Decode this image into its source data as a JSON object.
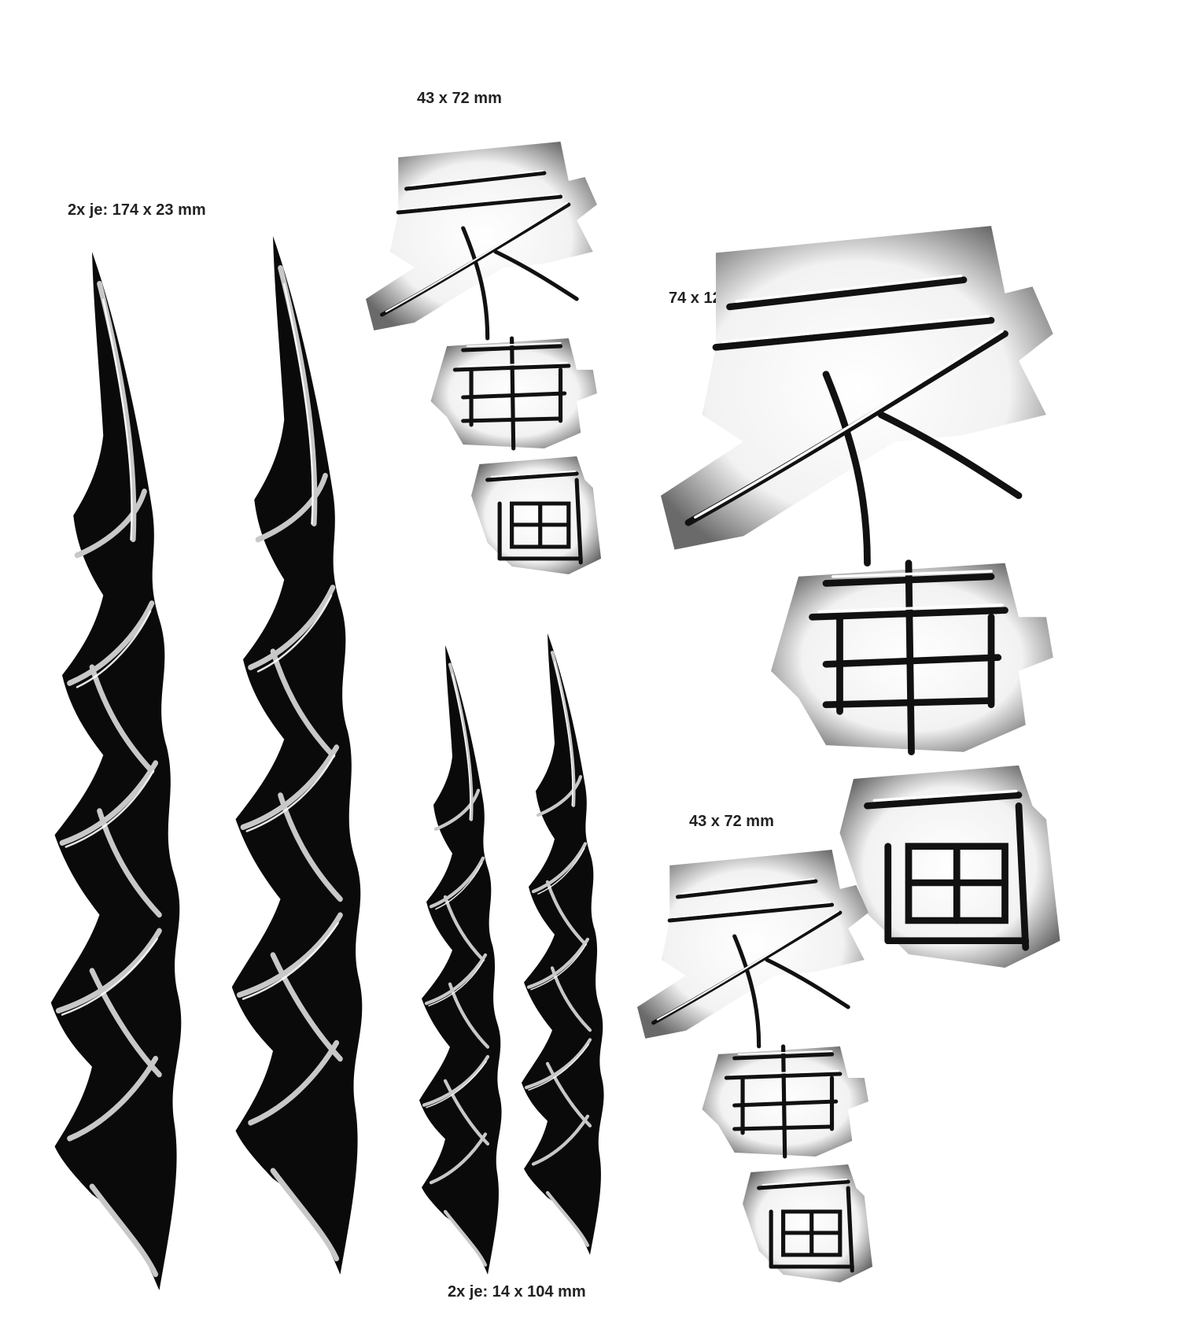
{
  "labels": {
    "stripes_large": "2x je: 174 x 23 mm",
    "kanji_top": "43 x 72 mm",
    "kanji_large": "74 x 126 mm",
    "kanji_bottom": "43 x 72 mm",
    "stripes_small": "2x je: 14 x 104 mm"
  },
  "colors": {
    "decal_black": "#0a0a0a",
    "stroke_grey": "#c8c8c8",
    "kanji_shadow": "#9a9a9a",
    "label_text": "#222222"
  },
  "icons": {
    "tribal_stripe": "tribal-stripe-icon",
    "kanji_glyph": "kanji-glyph-icon"
  }
}
